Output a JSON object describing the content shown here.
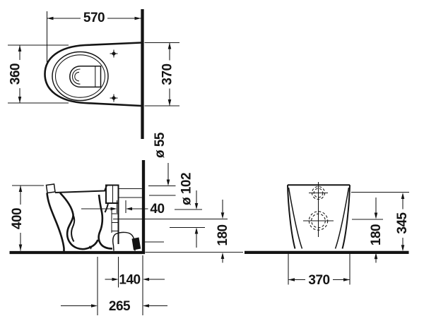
{
  "drawing": {
    "background": "#ffffff",
    "line_color": "#141414",
    "top_view": {
      "width_label": "570",
      "front_width_label": "360",
      "wall_width_label": "370"
    },
    "side_view": {
      "height_label": "400",
      "supply_diameter_label": "ø 55",
      "outlet_diameter_label": "ø 102",
      "supply_offset_label": "40",
      "outlet_height_label": "180",
      "outlet_setout_label": "140",
      "depth_label": "265"
    },
    "rear_view": {
      "width_label": "370",
      "outlet_height_label": "180",
      "supply_height_label": "345"
    }
  }
}
